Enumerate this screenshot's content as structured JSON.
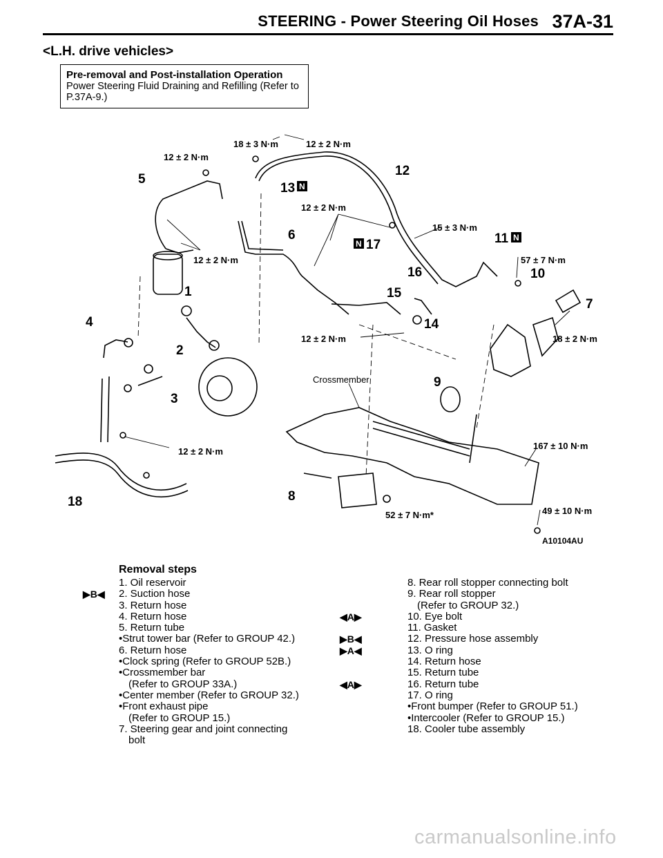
{
  "header": {
    "title": "STEERING - Power Steering Oil Hoses",
    "page": "37A-31"
  },
  "subtitle": "<L.H. drive vehicles>",
  "pre_box": {
    "heading": "Pre-removal and Post-installation Operation",
    "line1": "Power Steering Fluid Draining and Refilling (Refer to",
    "line2": "P.37A-9.)"
  },
  "diagram": {
    "labels": {
      "n1": "1",
      "n2": "2",
      "n3": "3",
      "n4": "4",
      "n5": "5",
      "n6": "6",
      "n7": "7",
      "n8": "8",
      "n9": "9",
      "n10": "10",
      "n11": "11",
      "n12": "12",
      "n13": "13",
      "n14": "14",
      "n15": "15",
      "n16": "16",
      "n17": "17",
      "n18": "18",
      "new_mark": "N",
      "t_18_3": "18 ± 3 N·m",
      "t_12_2_top": "12 ± 2 N·m",
      "t_12_2_left": "12 ± 2 N·m",
      "t_12_2_mid": "12 ± 2 N·m",
      "t_12_2_res": "12 ± 2 N·m",
      "t_15_3": "15 ± 3 N·m",
      "t_57_7": "57 ± 7 N·m",
      "t_18_2": "18 ± 2 N·m",
      "t_12_2_low": "12 ± 2 N·m",
      "t_12_2_cool": "12 ± 2 N·m",
      "t_167_10": "167 ± 10 N·m",
      "t_49_10": "49 ± 10 N·m",
      "t_52_7": "52 ± 7 N·m*",
      "crossmember": "Crossmember",
      "code": "A10104AU"
    }
  },
  "steps": {
    "title": "Removal steps",
    "left": [
      {
        "mark": "",
        "text": "1. Oil reservoir",
        "style": "item"
      },
      {
        "mark": "▶B◀",
        "text": "2. Suction hose",
        "style": "item"
      },
      {
        "mark": "",
        "text": "3. Return hose",
        "style": "item"
      },
      {
        "mark": "",
        "text": "4. Return hose",
        "style": "item"
      },
      {
        "mark": "",
        "text": "5. Return tube",
        "style": "item"
      },
      {
        "mark": "",
        "text": "•Strut tower bar (Refer to GROUP 42.)",
        "style": "dot"
      },
      {
        "mark": "",
        "text": "6. Return hose",
        "style": "item"
      },
      {
        "mark": "",
        "text": "•Clock spring (Refer to GROUP 52B.)",
        "style": "dot"
      },
      {
        "mark": "",
        "text": "•Crossmember bar",
        "style": "dot"
      },
      {
        "mark": "",
        "text": "(Refer to GROUP 33A.)",
        "style": "sub"
      },
      {
        "mark": "",
        "text": "•Center member (Refer to GROUP 32.)",
        "style": "dot"
      },
      {
        "mark": "",
        "text": "•Front exhaust pipe",
        "style": "dot"
      },
      {
        "mark": "",
        "text": "(Refer to GROUP 15.)",
        "style": "sub"
      },
      {
        "mark": "",
        "text": "7. Steering gear and joint connecting",
        "style": "item"
      },
      {
        "mark": "",
        "text": "bolt",
        "style": "sub"
      }
    ],
    "right": [
      {
        "mark": "",
        "text": "8. Rear roll stopper connecting bolt",
        "style": "item"
      },
      {
        "mark": "",
        "text": "9. Rear roll stopper",
        "style": "item"
      },
      {
        "mark": "",
        "text": "(Refer to GROUP 32.)",
        "style": "sub"
      },
      {
        "mark": "◀A▶",
        "text": "10. Eye bolt",
        "style": "item"
      },
      {
        "mark": "",
        "text": "11. Gasket",
        "style": "item"
      },
      {
        "mark": "▶B◀",
        "text": "12. Pressure hose assembly",
        "style": "item"
      },
      {
        "mark": "▶A◀",
        "text": "13. O ring",
        "style": "item"
      },
      {
        "mark": "",
        "text": "14. Return hose",
        "style": "item"
      },
      {
        "mark": "",
        "text": "15. Return tube",
        "style": "item"
      },
      {
        "mark": "◀A▶",
        "text": "16. Return tube",
        "style": "item"
      },
      {
        "mark": "",
        "text": "17. O ring",
        "style": "item"
      },
      {
        "mark": "",
        "text": "•Front bumper (Refer to GROUP 51.)",
        "style": "dot"
      },
      {
        "mark": "",
        "text": "•Intercooler (Refer to GROUP 15.)",
        "style": "dot"
      },
      {
        "mark": "",
        "text": "18. Cooler tube assembly",
        "style": "item"
      }
    ]
  },
  "watermark": "carmanualsonline.info"
}
